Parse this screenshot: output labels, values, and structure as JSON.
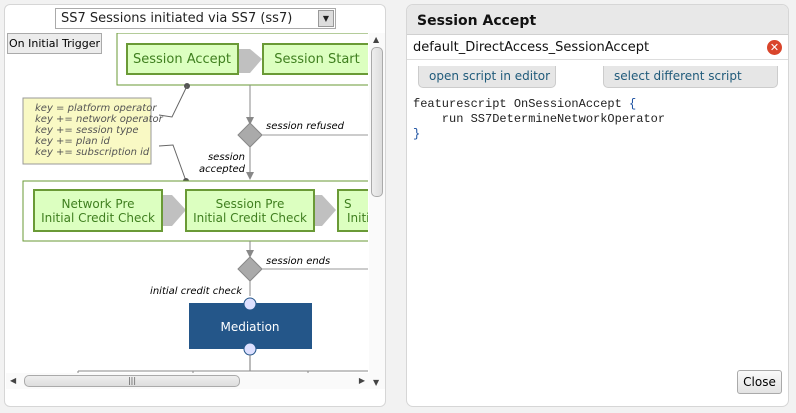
{
  "flow_selector": {
    "value": "SS7 Sessions initiated via SS7 (ss7)"
  },
  "trigger_button": "On Initial Trigger",
  "diagram": {
    "nodes": {
      "session_accept": "Session Accept",
      "session_start": "Session Start",
      "network_pre_1": "Network Pre",
      "network_pre_2": "Initial Credit Check",
      "session_pre_1": "Session Pre",
      "session_pre_2": "Initial Credit Check",
      "third_1": "S",
      "third_2": "Initi",
      "mediation": "Mediation"
    },
    "note": [
      "key = platform operator",
      "key += network operator",
      "key += session type",
      "key += plan id",
      "key += subscription id"
    ],
    "labels": {
      "session_refused": "session refused",
      "session_accepted_1": "session",
      "session_accepted_2": "accepted",
      "session_ends": "session ends",
      "initial_credit_check": "initial credit check"
    }
  },
  "panel": {
    "title": "Session Accept",
    "script_name": "default_DirectAccess_SessionAccept",
    "open_script": "open script in editor",
    "select_script": "select different script",
    "code": {
      "line1": "featurescript OnSessionAccept ",
      "open_brace": "{",
      "line2": "    run SS7DetermineNetworkOperator",
      "close_brace": "}"
    },
    "close": "Close"
  },
  "colors": {
    "node_fill": "#dcffc0",
    "node_border": "#6a9a36",
    "mediation": "#245689",
    "error": "#d9452b"
  }
}
